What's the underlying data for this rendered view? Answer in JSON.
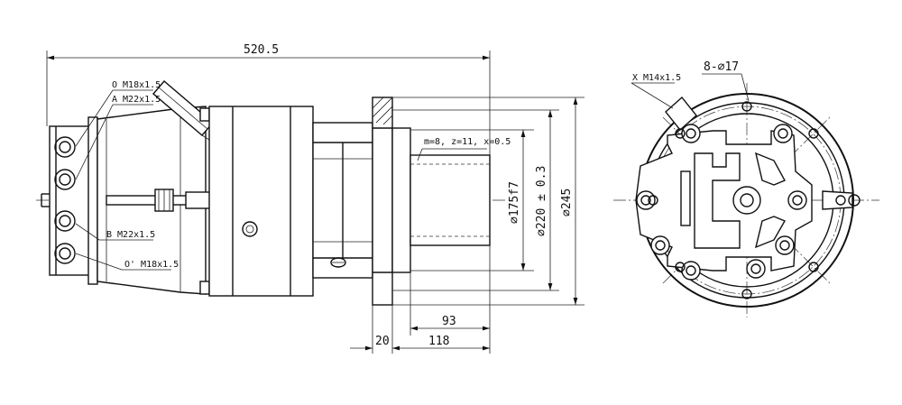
{
  "side_view": {
    "dimensions": {
      "overall_length": "520.5",
      "bore_fit": "∅175f7",
      "bolt_circle": "∅220 ± 0.3",
      "flange_diameter": "∅245",
      "shaft_length": "93",
      "flange_thickness": "20",
      "flange_to_end": "118",
      "spline_spec": "m=8, z=11, x=0.5"
    },
    "ports": {
      "port_o": "O M18x1.5",
      "port_a": "A M22x1.5",
      "port_b": "B M22x1.5",
      "port_o_prime": "O' M18x1.5"
    }
  },
  "end_view": {
    "port_x": "X M14x1.5",
    "holes": "8-∅17"
  }
}
